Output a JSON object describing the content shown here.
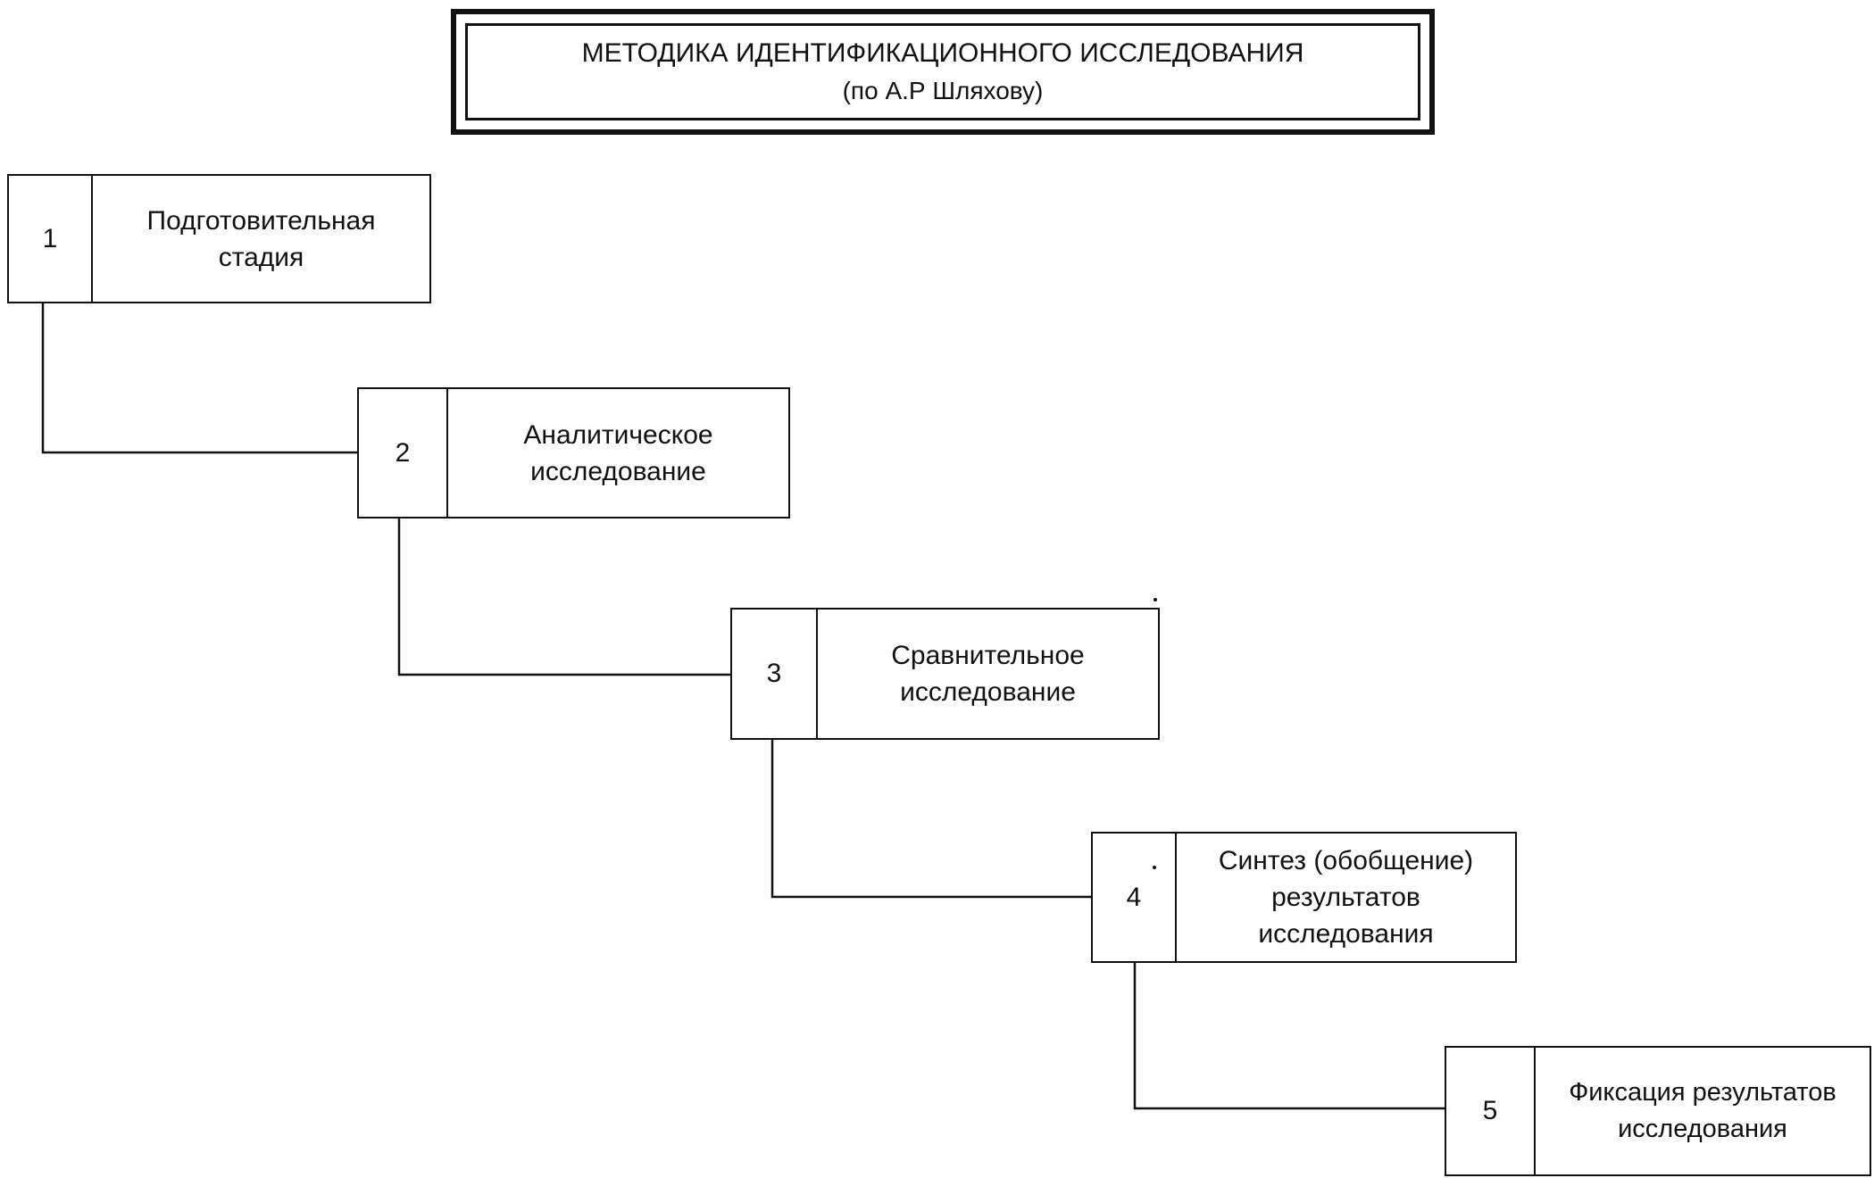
{
  "title": {
    "line1": "МЕТОДИКА ИДЕНТИФИКАЦИОННОГО ИССЛЕДОВАНИЯ",
    "line2": "(по А.Р  Шляхову)"
  },
  "steps": [
    {
      "number": "1",
      "label": "Подготовительная\nстадия"
    },
    {
      "number": "2",
      "label": "Аналитическое\nисследование"
    },
    {
      "number": "3",
      "label": "Сравнительное\nисследование"
    },
    {
      "number": "4",
      "label": "Синтез (обобщение)\nрезультатов\nисследования"
    },
    {
      "number": "5",
      "label": "Фиксация результатов\nисследования"
    }
  ],
  "colors": {
    "line": "#111111",
    "background": "#ffffff"
  }
}
